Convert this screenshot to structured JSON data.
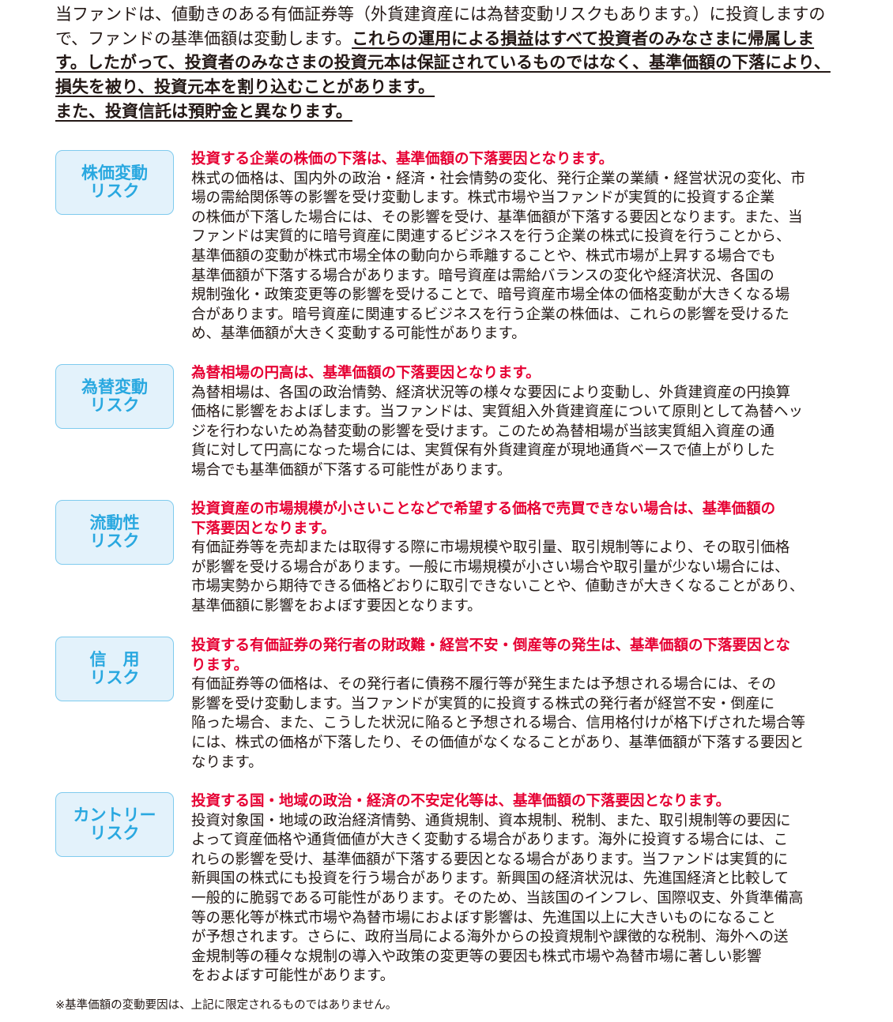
{
  "intro": {
    "line1": "当ファンドは、値動きのある有価証券等（外貨建資産には為替変動リスクもあります。）に投資しますの",
    "line2_plain": "で、ファンドの基準価額は変動します。",
    "line2_underlined": "これらの運用による損益はすべて投資者のみなさまに帰属しま",
    "line3": "す。したがって、投資者のみなさまの投資元本は保証されているものではなく、基準価額の下落により、",
    "line4": "損失を被り、投資元本を割り込むことがあります。",
    "line5": "また、投資信託は預貯金と異なります。"
  },
  "risks": [
    {
      "label": [
        "株価変動",
        "リスク"
      ],
      "heading": [
        "投資する企業の株価の下落は、基準価額の下落要因となります。"
      ],
      "body": [
        "株式の価格は、国内外の政治・経済・社会情勢の変化、発行企業の業績・経営状況の変化、市",
        "場の需給関係等の影響を受け変動します。株式市場や当ファンドが実質的に投資する企業",
        "の株価が下落した場合には、その影響を受け、基準価額が下落する要因となります。また、当",
        "ファンドは実質的に暗号資産に関連するビジネスを行う企業の株式に投資を行うことから、",
        "基準価額の変動が株式市場全体の動向から乖離することや、株式市場が上昇する場合でも",
        "基準価額が下落する場合があります。暗号資産は需給バランスの変化や経済状況、各国の",
        "規制強化・政策変更等の影響を受けることで、暗号資産市場全体の価格変動が大きくなる場",
        "合があります。暗号資産に関連するビジネスを行う企業の株価は、これらの影響を受けるた",
        "め、基準価額が大きく変動する可能性があります。"
      ]
    },
    {
      "label": [
        "為替変動",
        "リスク"
      ],
      "heading": [
        "為替相場の円高は、基準価額の下落要因となります。"
      ],
      "body": [
        "為替相場は、各国の政治情勢、経済状況等の様々な要因により変動し、外貨建資産の円換算",
        "価格に影響をおよぼします。当ファンドは、実質組入外貨建資産について原則として為替ヘッ",
        "ジを行わないため為替変動の影響を受けます。このため為替相場が当該実質組入資産の通",
        "貨に対して円高になった場合には、実質保有外貨建資産が現地通貨ベースで値上がりした",
        "場合でも基準価額が下落する可能性があります。"
      ]
    },
    {
      "label": [
        "流動性",
        "リスク"
      ],
      "heading": [
        "投資資産の市場規模が小さいことなどで希望する価格で売買できない場合は、基準価額の",
        "下落要因となります。"
      ],
      "body": [
        "有価証券等を売却または取得する際に市場規模や取引量、取引規制等により、その取引価格",
        "が影響を受ける場合があります。一般に市場規模が小さい場合や取引量が少ない場合には、",
        "市場実勢から期待できる価格どおりに取引できないことや、値動きが大きくなることがあり、",
        "基準価額に影響をおよぼす要因となります。"
      ]
    },
    {
      "label": [
        "信　用",
        "リスク"
      ],
      "heading": [
        "投資する有価証券の発行者の財政難・経営不安・倒産等の発生は、基準価額の下落要因とな",
        "ります。"
      ],
      "body": [
        "有価証券等の価格は、その発行者に債務不履行等が発生または予想される場合には、その",
        "影響を受け変動します。当ファンドが実質的に投資する株式の発行者が経営不安・倒産に",
        "陥った場合、また、こうした状況に陥ると予想される場合、信用格付けが格下げされた場合等",
        "には、株式の価格が下落したり、その価値がなくなることがあり、基準価額が下落する要因と",
        "なります。"
      ]
    },
    {
      "label": [
        "カントリー",
        "リスク"
      ],
      "heading": [
        "投資する国・地域の政治・経済の不安定化等は、基準価額の下落要因となります。"
      ],
      "body": [
        "投資対象国・地域の政治経済情勢、通貨規制、資本規制、税制、また、取引規制等の要因に",
        "よって資産価格や通貨価値が大きく変動する場合があります。海外に投資する場合には、こ",
        "れらの影響を受け、基準価額が下落する要因となる場合があります。当ファンドは実質的に",
        "新興国の株式にも投資を行う場合があります。新興国の経済状況は、先進国経済と比較して",
        "一般的に脆弱である可能性があります。そのため、当該国のインフレ、国際収支、外貨準備高",
        "等の悪化等が株式市場や為替市場におよぼす影響は、先進国以上に大きいものになること",
        "が予想されます。さらに、政府当局による海外からの投資規制や課徴的な税制、海外への送",
        "金規制等の種々な規制の導入や政策の変更等の要因も株式市場や為替市場に著しい影響",
        "をおよぼす可能性があります。"
      ]
    }
  ],
  "footnote": "※基準価額の変動要因は、上記に限定されるものではありません。",
  "colors": {
    "heading_red": "#e60033",
    "badge_text": "#29a8e0",
    "badge_bg": "#e3f2fb",
    "badge_border": "#7fcbee"
  }
}
